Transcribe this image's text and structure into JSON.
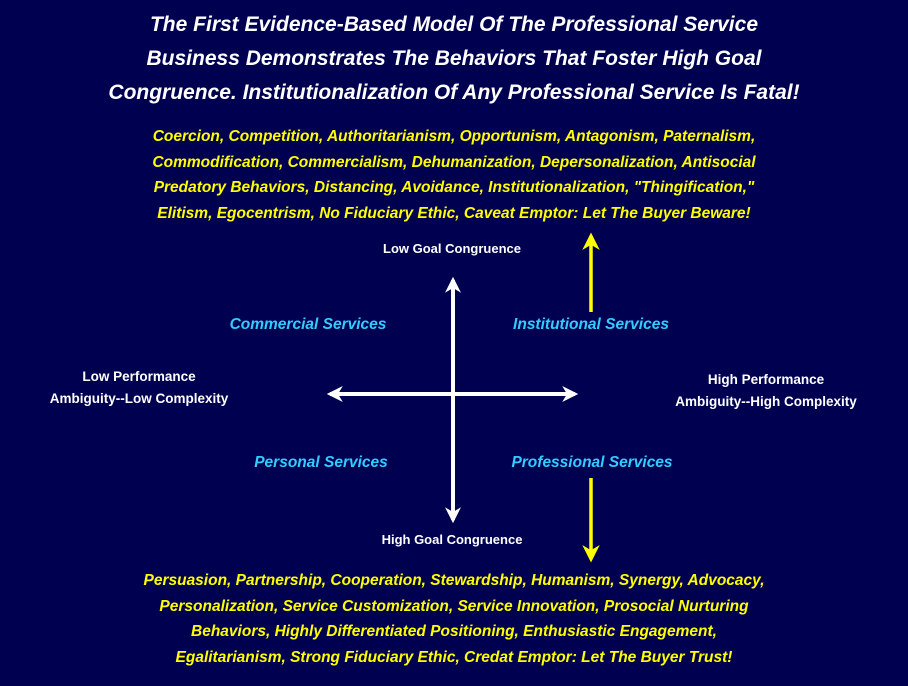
{
  "title_lines": [
    "The First Evidence-Based Model Of The Professional Service",
    "Business  Demonstrates The Behaviors That Foster High Goal",
    "Congruence. Institutionalization Of Any Professional Service Is Fatal!"
  ],
  "top_behaviors": [
    "Coercion, Competition, Authoritarianism, Opportunism, Antagonism, Paternalism,",
    "Commodification, Commercialism, Dehumanization, Depersonalization, Antisocial",
    "Predatory Behaviors, Distancing, Avoidance, Institutionalization, \"Thingification,\"",
    "Elitism, Egocentrism,  No Fiduciary Ethic, Caveat Emptor: Let The Buyer Beware!"
  ],
  "bottom_behaviors": [
    "Persuasion, Partnership, Cooperation, Stewardship, Humanism, Synergy, Advocacy,",
    "Personalization, Service Customization, Service Innovation, Prosocial Nurturing",
    "Behaviors, Highly Differentiated Positioning, Enthusiastic Engagement,",
    "Egalitarianism, Strong Fiduciary Ethic, Credat Emptor: Let The Buyer Trust!"
  ],
  "axes": {
    "top": "Low Goal Congruence",
    "bottom": "High Goal Congruence",
    "left": [
      "Low Performance",
      "Ambiguity--Low Complexity"
    ],
    "right": [
      "High Performance",
      "Ambiguity--High Complexity"
    ]
  },
  "quadrants": {
    "top_left": "Commercial Services",
    "top_right": "Institutional Services",
    "bottom_left": "Personal Services",
    "bottom_right": "Professional Services"
  },
  "colors": {
    "background": "#000050",
    "accent_yellow": "#ffff00",
    "quadrant_cyan": "#33ccff",
    "axis_white": "#ffffff"
  }
}
